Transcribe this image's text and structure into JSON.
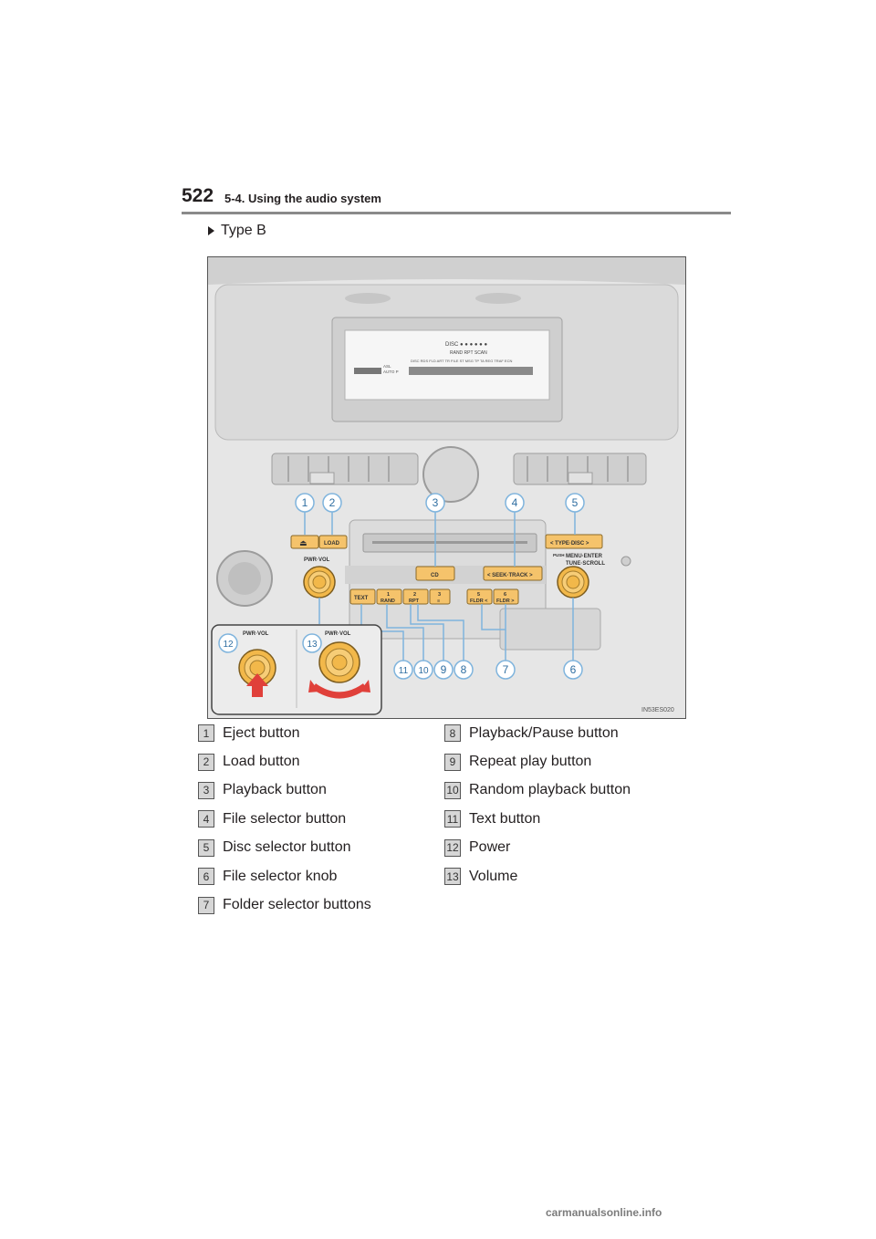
{
  "header": {
    "page_number": "522",
    "section": "5-4. Using the audio system"
  },
  "type_label": "Type B",
  "figure": {
    "display": {
      "line1": "DISC ● ● ● ● ● ●",
      "line2": "RAND   RPT   SCAN",
      "line3": "DISC RDS FLD ART TR FILE ST MSG TP TA REG TRAF ECN",
      "asl": "ASL",
      "auto_p": "AUTO P"
    },
    "buttons": {
      "eject": "⏏",
      "load": "LOAD",
      "type_disc": "<  TYPE·DISC  >",
      "push": "PUSH",
      "menu_enter": "MENU·ENTER",
      "tune_scroll": "TUNE·SCROLL",
      "cd": "CD",
      "seek_track": "< SEEK·TRACK >",
      "text": "TEXT",
      "preset_nums": [
        "1",
        "2",
        "3",
        "5",
        "6"
      ],
      "preset_subs": [
        "RAND",
        "RPT",
        "≡",
        "FLDR <",
        "FLDR >"
      ]
    },
    "pwr_vol": "PWR·VOL",
    "callouts": [
      "1",
      "2",
      "3",
      "4",
      "5",
      "6",
      "7",
      "8",
      "9",
      "10",
      "11",
      "12",
      "13"
    ],
    "code": "IN53ES020"
  },
  "legend": {
    "left": [
      {
        "num": "1",
        "label": "Eject button"
      },
      {
        "num": "2",
        "label": "Load button"
      },
      {
        "num": "3",
        "label": "Playback button"
      },
      {
        "num": "4",
        "label": "File selector button"
      },
      {
        "num": "5",
        "label": "Disc selector button"
      },
      {
        "num": "6",
        "label": "File selector knob"
      },
      {
        "num": "7",
        "label": "Folder selector buttons"
      }
    ],
    "right": [
      {
        "num": "8",
        "label": "Playback/Pause button"
      },
      {
        "num": "9",
        "label": "Repeat play button"
      },
      {
        "num": "10",
        "label": "Random playback button"
      },
      {
        "num": "11",
        "label": "Text button"
      },
      {
        "num": "12",
        "label": "Power"
      },
      {
        "num": "13",
        "label": "Volume"
      }
    ]
  },
  "watermark": "carmanualsonline.info",
  "colors": {
    "button": "#f5c36b",
    "knob": "#f2b84a",
    "callout": "#7fb4dd",
    "arrow": "#e0403a"
  }
}
